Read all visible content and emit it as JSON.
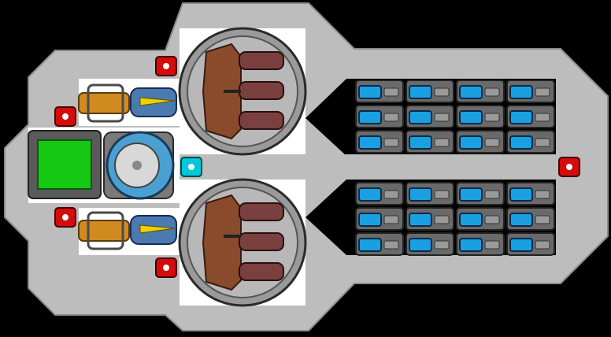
{
  "scene": {
    "kind": "ship-layout",
    "background": "#000000",
    "colors": {
      "hull": "#bdbdbd",
      "hull_edge": "#7a7a7a",
      "room_floor": "#ffffff",
      "console_green": "#14c814",
      "console_frame": "#5a5a5a",
      "turret_brown": "#8a4a2c",
      "barrel": "#7a4040",
      "weapon_orange": "#d08a20",
      "weapon_blue": "#4a7ab0",
      "weapon_yellow": "#f0d000",
      "door_red": "#d40c0c",
      "door_cyan": "#00c8d8",
      "battery_blue": "#1aa0e0",
      "battery_frame": "#6a6a6a"
    },
    "battery_grid": {
      "rows_per_bank": 3,
      "cols": 4,
      "banks": 2
    },
    "markers": {
      "red_door_icon": "door-icon",
      "cyan_door_icon": "door-icon",
      "console_icon": "console-icon",
      "turret_icon": "turret-icon",
      "weapon_icon": "weapon-icon",
      "battery_icon": "battery-icon",
      "core_icon": "reactor-icon"
    }
  }
}
